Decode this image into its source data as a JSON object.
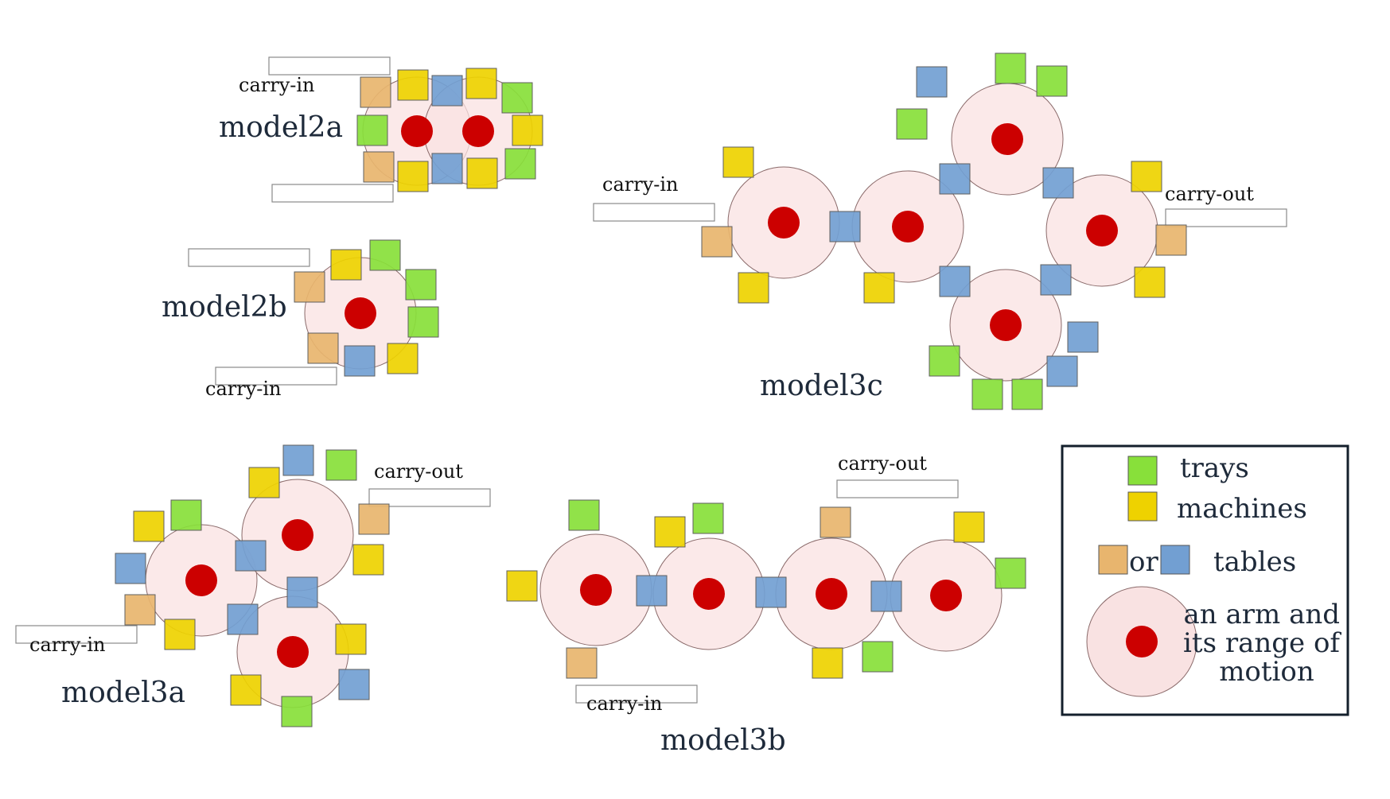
{
  "colors": {
    "tray": "#88e03a",
    "machine": "#eed200",
    "table_orange": "#e8b56e",
    "table_blue": "#729fd2",
    "range": "#f9e2e2",
    "arm": "#cc0000"
  },
  "models": [
    {
      "id": "model2a",
      "label": "model2a",
      "carry_labels": [
        "carry-in"
      ]
    },
    {
      "id": "model2b",
      "label": "model2b",
      "carry_labels": [
        "carry-in"
      ]
    },
    {
      "id": "model3c",
      "label": "model3c",
      "carry_labels": [
        "carry-in",
        "carry-out"
      ]
    },
    {
      "id": "model3a",
      "label": "model3a",
      "carry_labels": [
        "carry-out",
        "carry-in"
      ]
    },
    {
      "id": "model3b",
      "label": "model3b",
      "carry_labels": [
        "carry-out",
        "carry-in"
      ]
    }
  ],
  "legend": {
    "trays": "trays",
    "machines": "machines",
    "or": "or",
    "tables": "tables",
    "arm_line1": "an arm and",
    "arm_line2": "its range of",
    "arm_line3": "motion"
  }
}
